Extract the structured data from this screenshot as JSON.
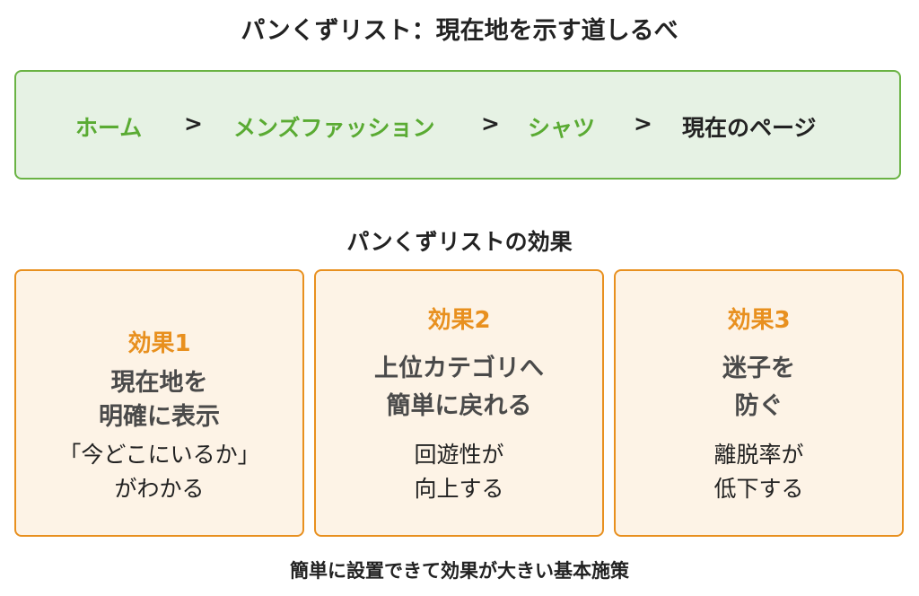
{
  "title": "パンくずリスト：現在地を示す道しるべ",
  "breadcrumb": {
    "items": [
      "ホーム",
      "メンズファッション",
      "シャツ",
      "現在のページ"
    ],
    "separator": ">"
  },
  "subtitle": "パンくずリストの効果",
  "cards": [
    {
      "heading": "効果1",
      "main": [
        "現在地を",
        "明確に表示"
      ],
      "sub": [
        "「今どこにいるか」",
        "がわかる"
      ]
    },
    {
      "heading": "効果2",
      "main": [
        "上位カテゴリへ",
        "簡単に戻れる"
      ],
      "sub": [
        "回遊性が",
        "向上する"
      ]
    },
    {
      "heading": "効果3",
      "main": [
        "迷子を",
        "防ぐ"
      ],
      "sub": [
        "離脱率が",
        "低下する"
      ]
    }
  ],
  "footer": "簡単に設置できて効果が大きい基本施策",
  "colors": {
    "green": "#5aab33",
    "green_bg": "#e6f2e4",
    "orange": "#e8901f",
    "orange_bg": "#fdf3e6"
  }
}
